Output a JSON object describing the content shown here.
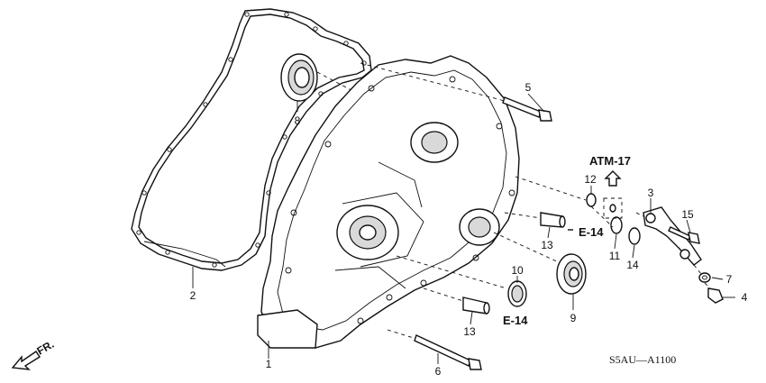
{
  "callouts": {
    "c1": "1",
    "c2": "2",
    "c3": "3",
    "c4": "4",
    "c5": "5",
    "c6": "6",
    "c7": "7",
    "c8": "8",
    "c9": "9",
    "c10": "10",
    "c11": "11",
    "c12": "12",
    "c13a": "13",
    "c13b": "13",
    "c14": "14",
    "c15": "15"
  },
  "references": {
    "atm": "ATM-17",
    "e14a": "E-14",
    "e14b": "E-14"
  },
  "direction_label": "FR.",
  "diagram_code": "S5AU—A1100"
}
